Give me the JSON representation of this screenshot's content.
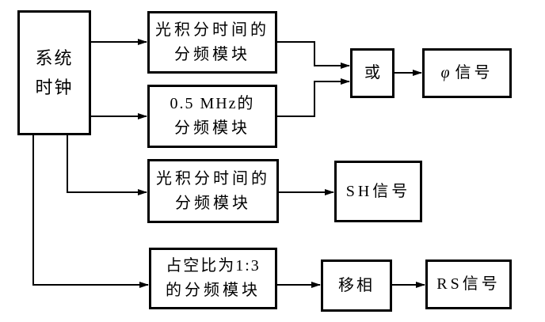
{
  "diagram": {
    "nodes": {
      "system_clock": {
        "line1": "系统",
        "line2": "时钟"
      },
      "optical_divider_top": {
        "line1": "光积分时间的",
        "line2": "分频模块"
      },
      "mhz_divider": {
        "line1": "0.5 MHz的",
        "line2": "分频模块"
      },
      "or_gate": {
        "label": "或"
      },
      "phi_signal": {
        "symbol": "φ",
        "suffix": "信号"
      },
      "optical_divider_mid": {
        "line1": "光积分时间的",
        "line2": "分频模块"
      },
      "sh_signal": {
        "label": "SH信号"
      },
      "duty_divider": {
        "line1": "占空比为1:3",
        "line2": "的分频模块"
      },
      "phase_shifter": {
        "label": "移相"
      },
      "rs_signal": {
        "label": "RS信号"
      }
    },
    "colors": {
      "line": "#000000",
      "box_border": "#000000",
      "box_fill": "#ffffff",
      "background": "#ffffff",
      "text": "#000000"
    }
  }
}
